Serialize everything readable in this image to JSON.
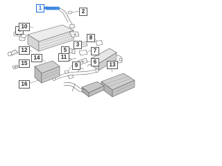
{
  "colors": {
    "outline": "#5a5a5a",
    "part_fill": "#f4f4f4",
    "shade": "#b8b8b8",
    "highlight": "#1a6fd8",
    "label": "#222222"
  },
  "highlighted_part": "1",
  "callouts": [
    {
      "id": "c1",
      "label": "1"
    },
    {
      "id": "c2",
      "label": "2"
    },
    {
      "id": "c3",
      "label": "3"
    },
    {
      "id": "c4",
      "label": "4"
    },
    {
      "id": "c5",
      "label": "5"
    },
    {
      "id": "c6",
      "label": "6"
    },
    {
      "id": "c7",
      "label": "7"
    },
    {
      "id": "c8",
      "label": "8"
    },
    {
      "id": "c9",
      "label": "9"
    },
    {
      "id": "c10",
      "label": "10"
    },
    {
      "id": "c11",
      "label": "11"
    },
    {
      "id": "c12",
      "label": "12"
    },
    {
      "id": "c13",
      "label": "13"
    },
    {
      "id": "c14",
      "label": "14"
    },
    {
      "id": "c15",
      "label": "15"
    },
    {
      "id": "c16",
      "label": "16"
    }
  ]
}
